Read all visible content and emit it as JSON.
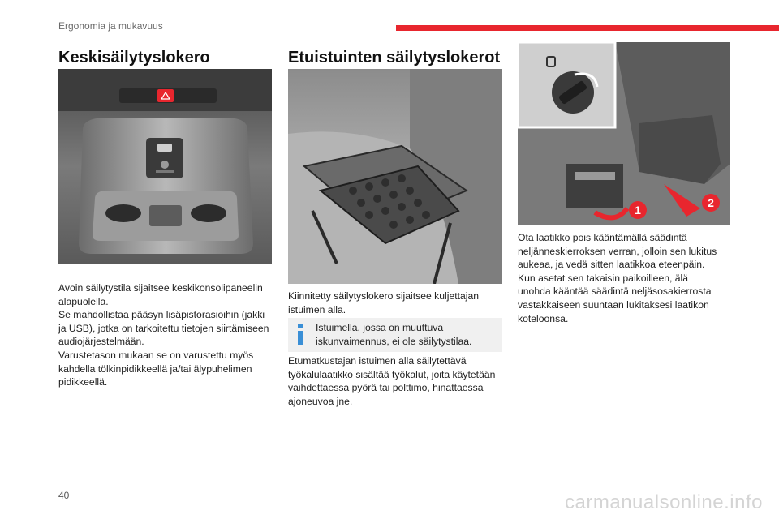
{
  "header": {
    "section_title": "Ergonomia ja mukavuus",
    "accent_color": "#e8262e"
  },
  "column1": {
    "title": "Keskisäilytyslokero",
    "paragraph_lines": [
      "Avoin säilytystila sijaitsee keskikonsolipaneelin",
      "alapuolella.",
      "Se mahdollistaa pääsyn lisäpistorasioihin (jakki",
      "ja USB), jotka on tarkoitettu tietojen siirtämiseen",
      "audiojärjestelmään.",
      "Varustetason mukaan se on varustettu myös",
      "kahdella tölkinpidikkeellä ja/tai älypuhelimen",
      "pidikkeellä."
    ]
  },
  "column2": {
    "title": "Etuistuinten säilytyslokerot",
    "intro_lines": [
      "Kiinnitetty säilytyslokero sijaitsee kuljettajan",
      "istuimen alla."
    ],
    "info_lines": [
      "Istuimella, jossa on muuttuva",
      "iskunvaimennus, ei ole säilytystilaa."
    ],
    "info_color": "#3a8fd6",
    "body_lines": [
      "Etumatkustajan istuimen alla säilytettävä",
      "työkalulaatikko sisältää työkalut, joita käytetään",
      "vaihdettaessa pyörä tai polttimo, hinattaessa",
      "ajoneuvoa jne."
    ]
  },
  "column3": {
    "callout_1": "1",
    "callout_2": "2",
    "paragraph_lines": [
      "Ota laatikko pois kääntämällä säädintä",
      "neljänneskierroksen verran, jolloin sen lukitus",
      "aukeaa, ja vedä sitten laatikkoa eteenpäin.",
      "Kun asetat sen takaisin paikoilleen, älä",
      "unohda kääntää säädintä neljäsosakierrosta",
      "vastakkaiseen suuntaan lukitaksesi laatikon",
      "koteloonsa."
    ]
  },
  "footer": {
    "page_number": "40",
    "watermark": "carmanualsonline.info"
  }
}
